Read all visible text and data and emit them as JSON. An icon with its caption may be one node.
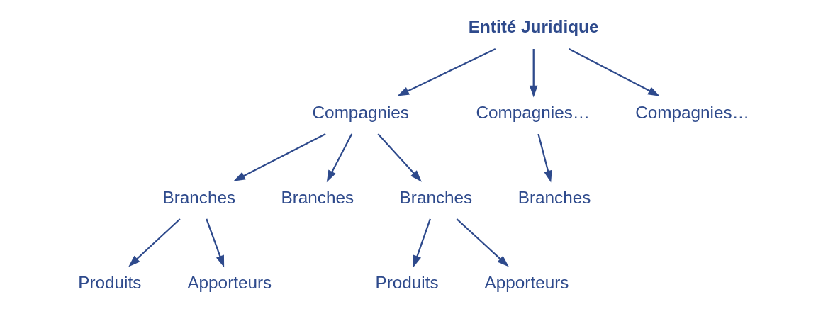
{
  "diagram": {
    "nodes": [
      {
        "text": [
          "Entité Juridique"
        ]
      },
      {
        "text": [
          "Compagnies"
        ]
      },
      {
        "text": [
          "Compagnies…"
        ]
      },
      {
        "text": [
          "Compagnies…"
        ]
      },
      {
        "text": [
          "Branches"
        ]
      },
      {
        "text": [
          "Branches"
        ]
      },
      {
        "text": [
          "Branches"
        ]
      },
      {
        "text": [
          "Branches"
        ]
      },
      {
        "text": [
          "Produits"
        ]
      },
      {
        "text": [
          "Apporteurs"
        ]
      },
      {
        "text": [
          "Produits"
        ]
      },
      {
        "text": [
          "Apporteurs"
        ]
      }
    ],
    "edges": [
      {
        "from": 0,
        "to": 1,
        "arrow": "to"
      },
      {
        "from": 0,
        "to": 2,
        "arrow": "to"
      },
      {
        "from": 0,
        "to": 3,
        "arrow": "to"
      },
      {
        "from": 1,
        "to": 4,
        "arrow": "to"
      },
      {
        "from": 1,
        "to": 5,
        "arrow": "to"
      },
      {
        "from": 1,
        "to": 6,
        "arrow": "to"
      },
      {
        "from": 2,
        "to": 7,
        "arrow": "to"
      },
      {
        "from": 4,
        "to": 8,
        "arrow": "to"
      },
      {
        "from": 4,
        "to": 9,
        "arrow": "to"
      },
      {
        "from": 6,
        "to": 10,
        "arrow": "to"
      },
      {
        "from": 6,
        "to": 11,
        "arrow": "to"
      }
    ]
  }
}
